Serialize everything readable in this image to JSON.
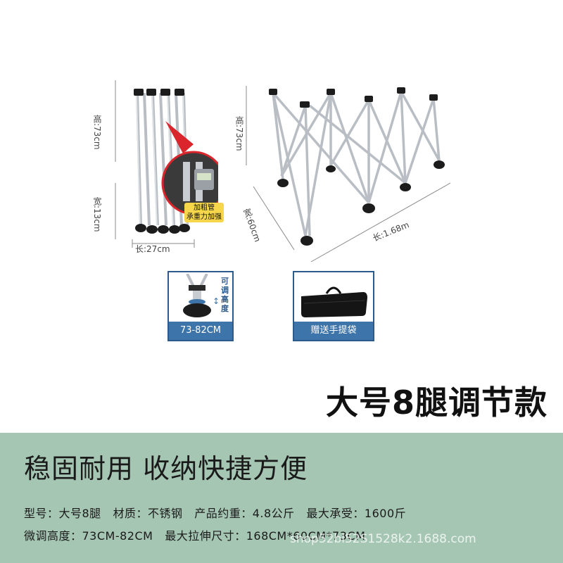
{
  "colors": {
    "bottom_bg": "#a6c6b4",
    "accent_blue": "#3d74a9",
    "steel": "#c8ccd0",
    "callout_red": "#d9252b"
  },
  "folded": {
    "height_label": "高:73cm",
    "width_label": "宽:13cm",
    "length_label": "长:27cm",
    "callout_text": "加粗管\n承重力加强"
  },
  "unfolded": {
    "height_label": "高:73cm",
    "width_label": "宽:60cm",
    "length_label": "长:1.68m"
  },
  "thumbnails": {
    "adjust": {
      "side_text": "可调高度",
      "label": "73-82CM"
    },
    "bag": {
      "label": "赠送手提袋"
    }
  },
  "headline": "大号8腿调节款",
  "slogan": "稳固耐用  收纳快捷方便",
  "specs": {
    "line1": "型号：大号8腿   材质：不锈钢   产品约重：4.8公斤   最大承受：1600斤",
    "line2": "微调高度：73CM-82CM   最大拉伸尺寸：168CM*60CM*73CM"
  },
  "watermark": "shop52bl52S1528k2.1688.com"
}
